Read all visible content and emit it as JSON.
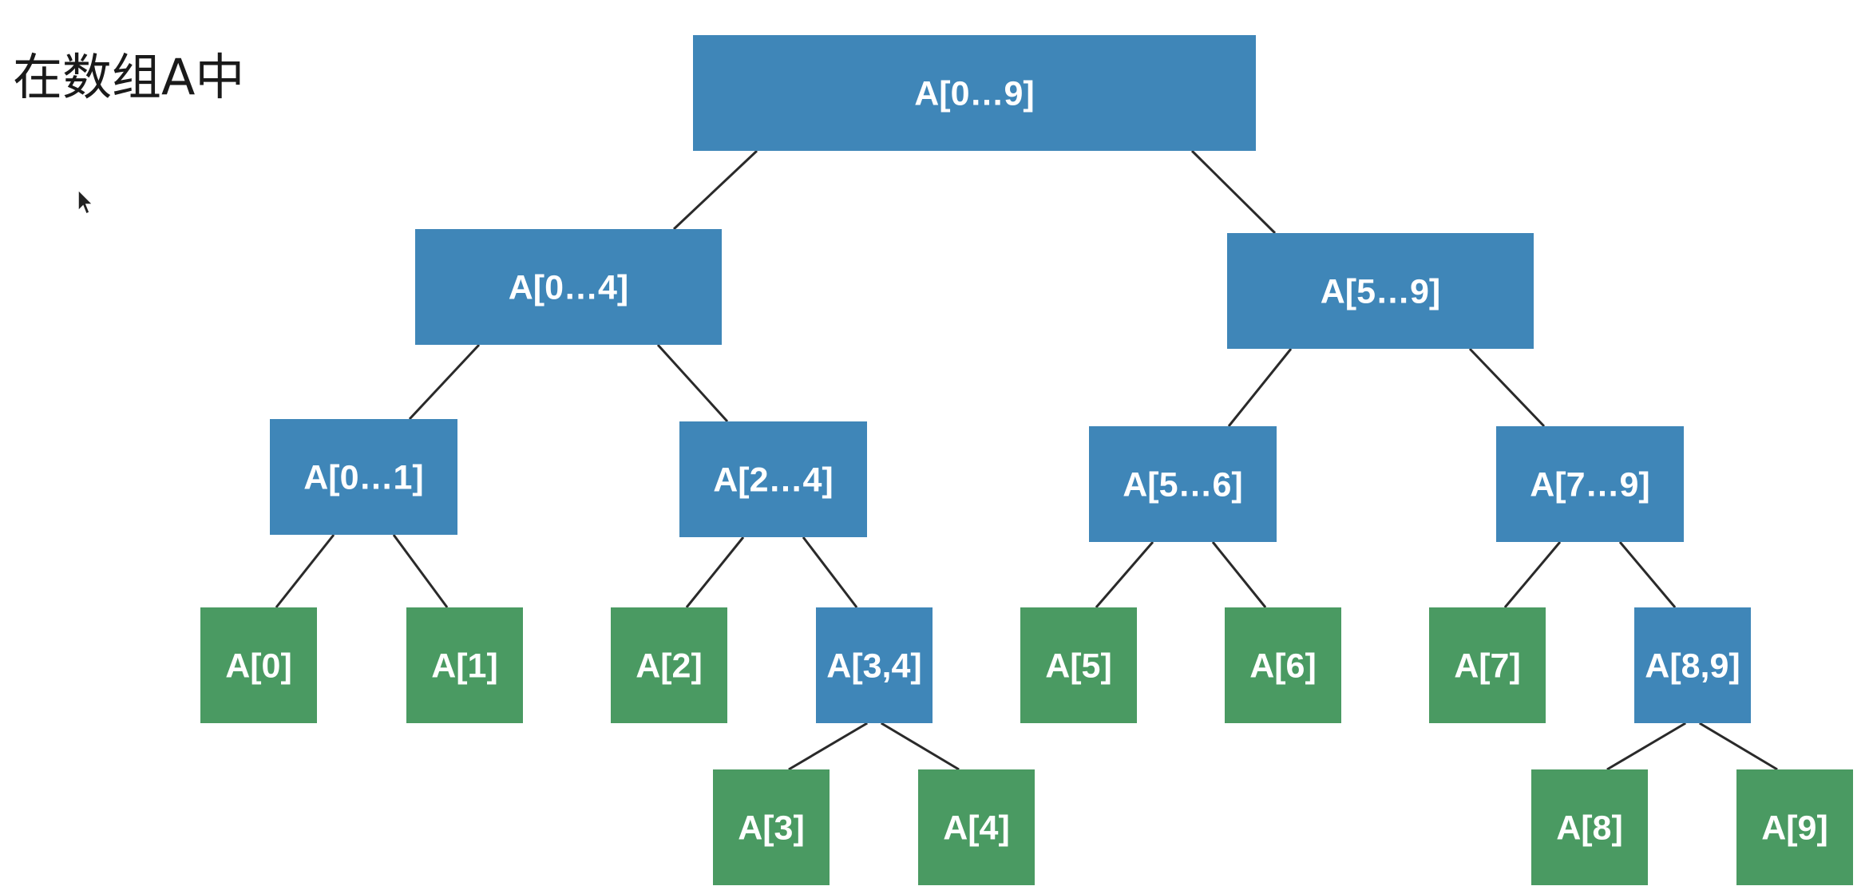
{
  "title": "在数组A中",
  "colors": {
    "internal": "#3f86b8",
    "leaf": "#4a9a62",
    "edge": "#2a2a2a",
    "background": "#ffffff"
  },
  "cursor_icon": "arrow-cursor-icon",
  "tree": {
    "nodes": [
      {
        "id": "n09",
        "label": "A[0…9]",
        "kind": "internal"
      },
      {
        "id": "n04",
        "label": "A[0…4]",
        "kind": "internal"
      },
      {
        "id": "n59",
        "label": "A[5…9]",
        "kind": "internal"
      },
      {
        "id": "n01",
        "label": "A[0…1]",
        "kind": "internal"
      },
      {
        "id": "n24",
        "label": "A[2…4]",
        "kind": "internal"
      },
      {
        "id": "n56",
        "label": "A[5…6]",
        "kind": "internal"
      },
      {
        "id": "n79",
        "label": "A[7…9]",
        "kind": "internal"
      },
      {
        "id": "n0",
        "label": "A[0]",
        "kind": "leaf"
      },
      {
        "id": "n1",
        "label": "A[1]",
        "kind": "leaf"
      },
      {
        "id": "n2",
        "label": "A[2]",
        "kind": "leaf"
      },
      {
        "id": "n34",
        "label": "A[3,4]",
        "kind": "internal"
      },
      {
        "id": "n5",
        "label": "A[5]",
        "kind": "leaf"
      },
      {
        "id": "n6",
        "label": "A[6]",
        "kind": "leaf"
      },
      {
        "id": "n7",
        "label": "A[7]",
        "kind": "leaf"
      },
      {
        "id": "n89",
        "label": "A[8,9]",
        "kind": "internal"
      },
      {
        "id": "n3",
        "label": "A[3]",
        "kind": "leaf"
      },
      {
        "id": "n4",
        "label": "A[4]",
        "kind": "leaf"
      },
      {
        "id": "n8",
        "label": "A[8]",
        "kind": "leaf"
      },
      {
        "id": "n9",
        "label": "A[9]",
        "kind": "leaf"
      }
    ],
    "edges": [
      [
        "n09",
        "n04"
      ],
      [
        "n09",
        "n59"
      ],
      [
        "n04",
        "n01"
      ],
      [
        "n04",
        "n24"
      ],
      [
        "n59",
        "n56"
      ],
      [
        "n59",
        "n79"
      ],
      [
        "n01",
        "n0"
      ],
      [
        "n01",
        "n1"
      ],
      [
        "n24",
        "n2"
      ],
      [
        "n24",
        "n34"
      ],
      [
        "n56",
        "n5"
      ],
      [
        "n56",
        "n6"
      ],
      [
        "n79",
        "n7"
      ],
      [
        "n79",
        "n89"
      ],
      [
        "n34",
        "n3"
      ],
      [
        "n34",
        "n4"
      ],
      [
        "n89",
        "n8"
      ],
      [
        "n89",
        "n9"
      ]
    ]
  }
}
